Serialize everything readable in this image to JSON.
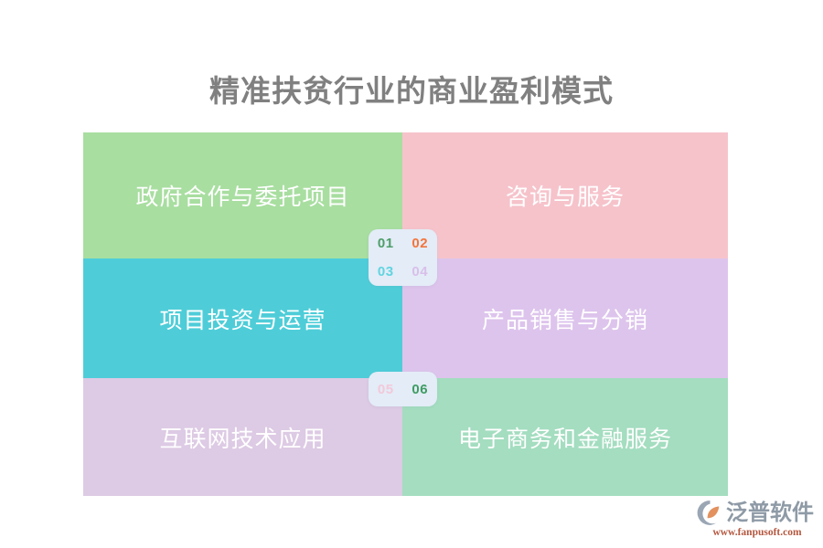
{
  "page": {
    "background": "#ffffff",
    "title": "精准扶贫行业的商业盈利模式",
    "title_color": "#808080"
  },
  "grid": {
    "columns": 2,
    "rows": 3,
    "cells": [
      {
        "index": "01",
        "label": "政府合作与委托项目",
        "bg": "#a8dea0",
        "text_color": "#ffffff"
      },
      {
        "index": "02",
        "label": "咨询与服务",
        "bg": "#f6c3cb",
        "text_color": "#ffffff"
      },
      {
        "index": "03",
        "label": "项目投资与运营",
        "bg": "#4ecdd8",
        "text_color": "#ffffff"
      },
      {
        "index": "04",
        "label": "产品销售与分销",
        "bg": "#ddc4ec",
        "text_color": "#ffffff"
      },
      {
        "index": "05",
        "label": "互联网技术应用",
        "bg": "#ddcae4",
        "text_color": "#ffffff"
      },
      {
        "index": "06",
        "label": "电子商务和金融服务",
        "bg": "#a4ddc0",
        "text_color": "#ffffff"
      }
    ]
  },
  "badges": {
    "background": "#e3ecf7",
    "group_top": [
      {
        "number": "01",
        "color": "#4f9e6a"
      },
      {
        "number": "02",
        "color": "#f4743b"
      },
      {
        "number": "03",
        "color": "#61d4e0"
      },
      {
        "number": "04",
        "color": "#d9bfe9"
      }
    ],
    "group_bottom": [
      {
        "number": "05",
        "color": "#f3c9da"
      },
      {
        "number": "06",
        "color": "#3f9b63"
      }
    ]
  },
  "logo": {
    "wordmark": "泛普软件",
    "wordmark_color": "#8e9aa6",
    "url": "www.fanpusoft.com",
    "url_color": "#b5573f",
    "mark_arc_color": "#9aa6b4",
    "mark_leaf_color": "#e2915f"
  }
}
